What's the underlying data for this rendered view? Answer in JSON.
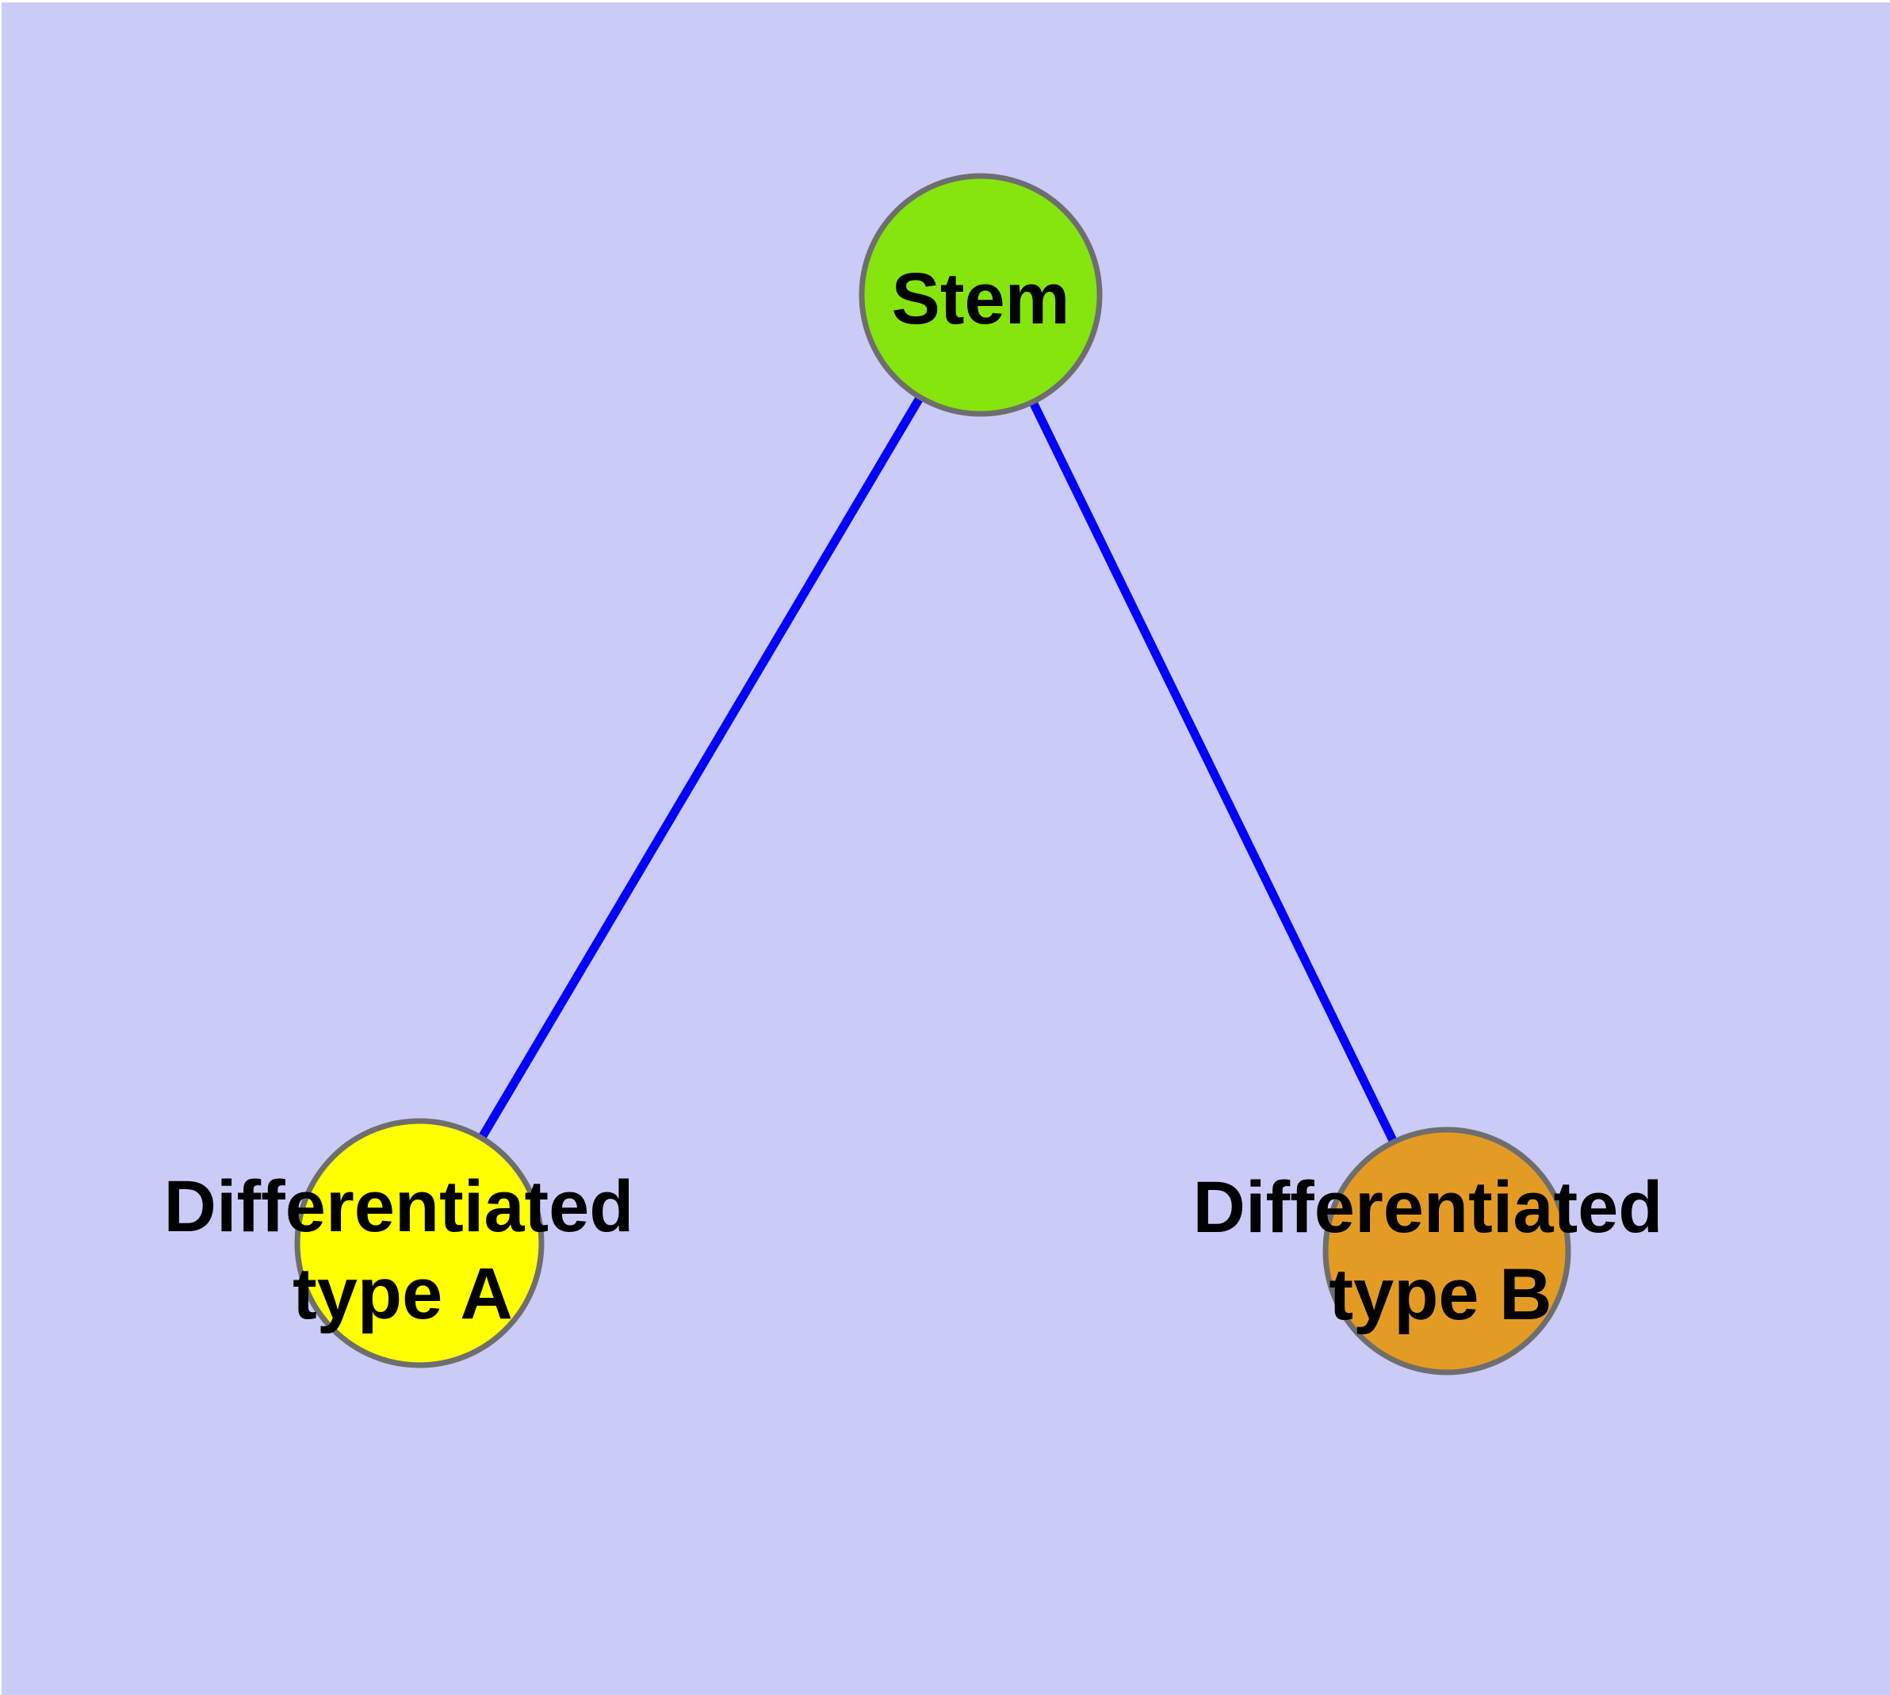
{
  "diagram": {
    "background_color": "#CBCBF7",
    "canvas_border_color": "#FFFFFF",
    "edge_color": "#0202FC",
    "node_border_color": "#6E6E6E",
    "label_color": "#000000",
    "nodes": [
      {
        "id": "stem",
        "label": "Stem",
        "fill": "#86E50D"
      },
      {
        "id": "differentiated-type-a",
        "label": "Differentiated type A",
        "label_lines": [
          "Differentiated",
          "type A"
        ],
        "fill": "#FFFF00"
      },
      {
        "id": "differentiated-type-b",
        "label": "Differentiated type B",
        "label_lines": [
          "Differentiated",
          "type B"
        ],
        "fill": "#E49B24"
      }
    ],
    "edges": [
      {
        "from": "Stem",
        "to": "Differentiated type A"
      },
      {
        "from": "Stem",
        "to": "Differentiated type B"
      }
    ]
  }
}
